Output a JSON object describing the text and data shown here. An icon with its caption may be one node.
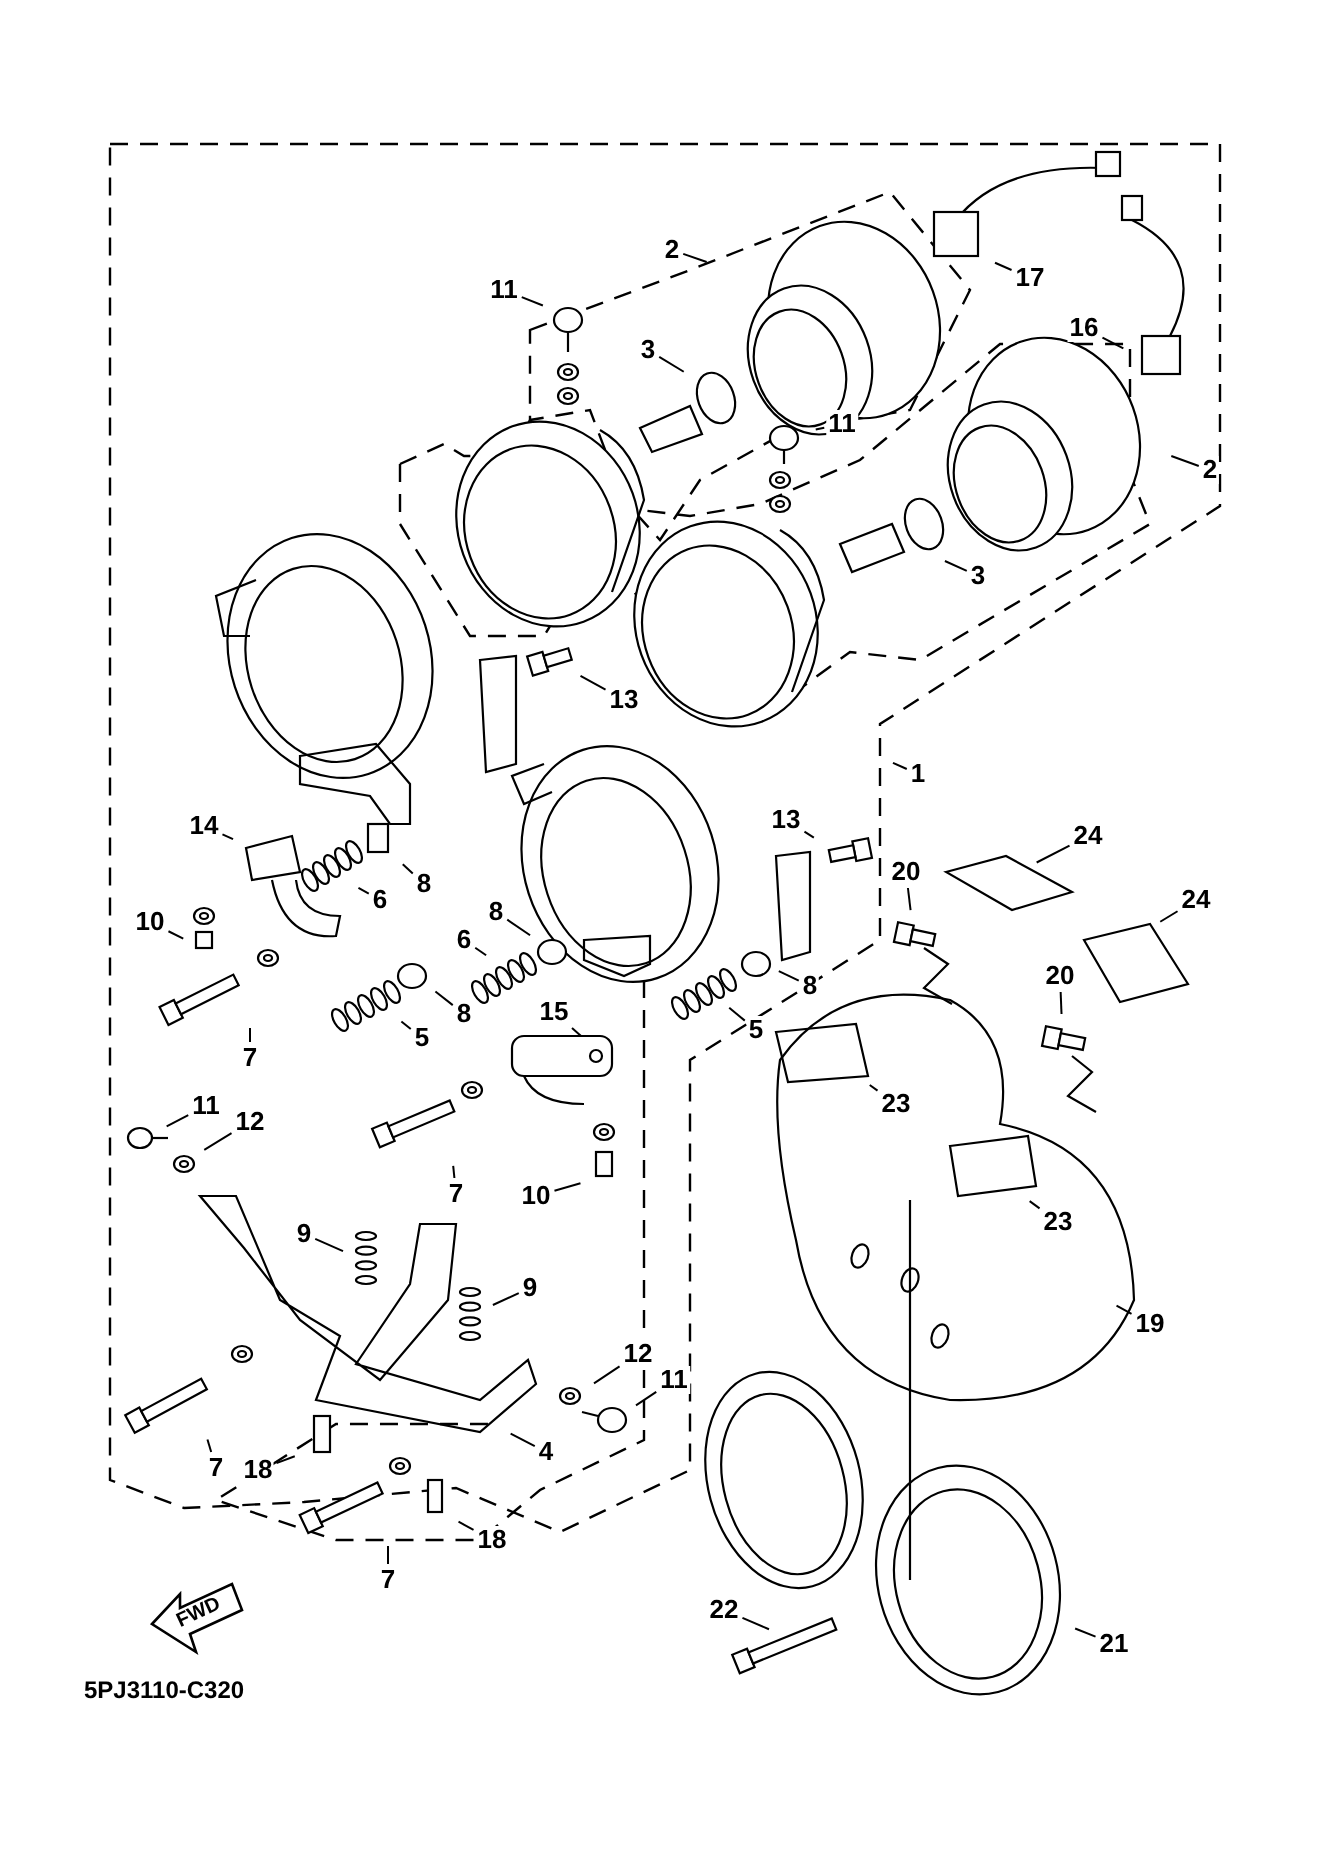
{
  "diagram": {
    "nodes": [
      {
        "text": [
          "2"
        ]
      },
      {
        "text": [
          "11"
        ]
      },
      {
        "text": [
          "3"
        ]
      },
      {
        "text": [
          "17"
        ]
      },
      {
        "text": [
          "16"
        ]
      },
      {
        "text": [
          "11"
        ]
      },
      {
        "text": [
          "2"
        ]
      },
      {
        "text": [
          "3"
        ]
      },
      {
        "text": [
          "1"
        ]
      },
      {
        "text": [
          "13"
        ]
      },
      {
        "text": [
          "14"
        ]
      },
      {
        "text": [
          "8"
        ]
      },
      {
        "text": [
          "6"
        ]
      },
      {
        "text": [
          "10"
        ]
      },
      {
        "text": [
          "13"
        ]
      },
      {
        "text": [
          "24"
        ]
      },
      {
        "text": [
          "20"
        ]
      },
      {
        "text": [
          "24"
        ]
      },
      {
        "text": [
          "8"
        ]
      },
      {
        "text": [
          "6"
        ]
      },
      {
        "text": [
          "8"
        ]
      },
      {
        "text": [
          "8"
        ]
      },
      {
        "text": [
          "7"
        ]
      },
      {
        "text": [
          "5"
        ]
      },
      {
        "text": [
          "15"
        ]
      },
      {
        "text": [
          "5"
        ]
      },
      {
        "text": [
          "20"
        ]
      },
      {
        "text": [
          "23"
        ]
      },
      {
        "text": [
          "11"
        ]
      },
      {
        "text": [
          "12"
        ]
      },
      {
        "text": [
          "7"
        ]
      },
      {
        "text": [
          "10"
        ]
      },
      {
        "text": [
          "9"
        ]
      },
      {
        "text": [
          "9"
        ]
      },
      {
        "text": [
          "23"
        ]
      },
      {
        "text": [
          "19"
        ]
      },
      {
        "text": [
          "12"
        ]
      },
      {
        "text": [
          "11"
        ]
      },
      {
        "text": [
          "7"
        ]
      },
      {
        "text": [
          "18"
        ]
      },
      {
        "text": [
          "4"
        ]
      },
      {
        "text": [
          "7"
        ]
      },
      {
        "text": [
          "18"
        ]
      },
      {
        "text": [
          "22"
        ]
      },
      {
        "text": [
          "21"
        ]
      }
    ],
    "edges": [
      {
        "from": 0,
        "to": null,
        "arrow": "none"
      },
      {
        "from": 1,
        "to": null,
        "arrow": "none"
      },
      {
        "from": 2,
        "to": null,
        "arrow": "none"
      },
      {
        "from": 3,
        "to": null,
        "arrow": "none"
      },
      {
        "from": 4,
        "to": null,
        "arrow": "none"
      },
      {
        "from": 5,
        "to": null,
        "arrow": "none"
      },
      {
        "from": 6,
        "to": null,
        "arrow": "none"
      },
      {
        "from": 7,
        "to": null,
        "arrow": "none"
      },
      {
        "from": 8,
        "to": null,
        "arrow": "none"
      },
      {
        "from": 9,
        "to": null,
        "arrow": "none"
      },
      {
        "from": 10,
        "to": null,
        "arrow": "none"
      },
      {
        "from": 11,
        "to": null,
        "arrow": "none"
      },
      {
        "from": 12,
        "to": null,
        "arrow": "none"
      },
      {
        "from": 13,
        "to": null,
        "arrow": "none"
      },
      {
        "from": 14,
        "to": null,
        "arrow": "none"
      },
      {
        "from": 15,
        "to": null,
        "arrow": "none"
      },
      {
        "from": 16,
        "to": null,
        "arrow": "none"
      },
      {
        "from": 17,
        "to": null,
        "arrow": "none"
      },
      {
        "from": 18,
        "to": null,
        "arrow": "none"
      },
      {
        "from": 19,
        "to": null,
        "arrow": "none"
      },
      {
        "from": 20,
        "to": null,
        "arrow": "none"
      },
      {
        "from": 21,
        "to": null,
        "arrow": "none"
      },
      {
        "from": 22,
        "to": null,
        "arrow": "none"
      },
      {
        "from": 23,
        "to": null,
        "arrow": "none"
      },
      {
        "from": 24,
        "to": null,
        "arrow": "none"
      },
      {
        "from": 25,
        "to": null,
        "arrow": "none"
      },
      {
        "from": 26,
        "to": null,
        "arrow": "none"
      },
      {
        "from": 27,
        "to": null,
        "arrow": "none"
      },
      {
        "from": 28,
        "to": null,
        "arrow": "none"
      },
      {
        "from": 29,
        "to": null,
        "arrow": "none"
      },
      {
        "from": 30,
        "to": null,
        "arrow": "none"
      },
      {
        "from": 31,
        "to": null,
        "arrow": "none"
      },
      {
        "from": 32,
        "to": null,
        "arrow": "none"
      },
      {
        "from": 33,
        "to": null,
        "arrow": "none"
      },
      {
        "from": 34,
        "to": null,
        "arrow": "none"
      },
      {
        "from": 35,
        "to": null,
        "arrow": "none"
      },
      {
        "from": 36,
        "to": null,
        "arrow": "none"
      },
      {
        "from": 37,
        "to": null,
        "arrow": "none"
      },
      {
        "from": 38,
        "to": null,
        "arrow": "none"
      },
      {
        "from": 39,
        "to": null,
        "arrow": "none"
      },
      {
        "from": 40,
        "to": null,
        "arrow": "none"
      },
      {
        "from": 41,
        "to": null,
        "arrow": "none"
      },
      {
        "from": 42,
        "to": null,
        "arrow": "none"
      },
      {
        "from": 43,
        "to": null,
        "arrow": "none"
      },
      {
        "from": 44,
        "to": null,
        "arrow": "none"
      }
    ],
    "labels": [
      "FWD",
      "5PJ3110-C320"
    ]
  }
}
